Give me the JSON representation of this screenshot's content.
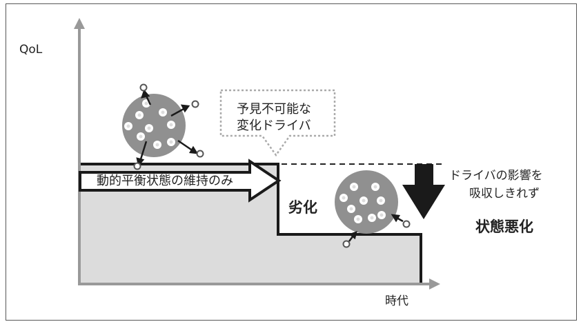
{
  "axes": {
    "y_label": "QoL",
    "x_label": "時代"
  },
  "callout": {
    "line1": "予見不可能な",
    "line2": "変化ドライバ"
  },
  "maintain_label": "動的平衡状態の維持のみ",
  "decline_label": "劣化",
  "absorb_label": {
    "line1": "ドライバの影響を",
    "line2": "吸収しきれず"
  },
  "worse_label": "状態悪化",
  "colors": {
    "area_fill": "#dcdcdc",
    "outline": "#1a1a1a",
    "axis": "#999999",
    "cell_fill": "#909090",
    "callout_border": "#aaaaaa"
  }
}
